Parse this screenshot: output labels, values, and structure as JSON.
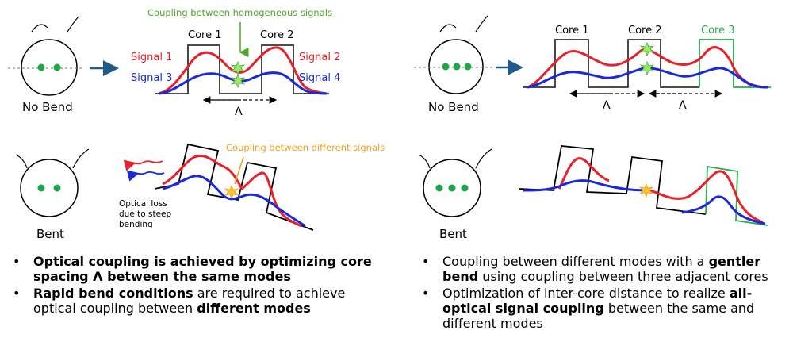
{
  "colors": {
    "signal_red": "#e8202a",
    "signal_blue": "#1a2ad8",
    "homogeneous_coupling": "#4aa82a",
    "different_coupling": "#f0a020",
    "core_green": "#2aa84a",
    "dot_green": "#1aa84a",
    "arrow_blue": "#1f5a8a"
  },
  "panel_tl": {
    "annotation": "Coupling between homogeneous signals",
    "core1": "Core 1",
    "core2": "Core 2",
    "signal1": "Signal 1",
    "signal2": "Signal 2",
    "signal3": "Signal 3",
    "signal4": "Signal 4",
    "lambda": "Λ",
    "fiber_caption": "No Bend"
  },
  "panel_tr": {
    "core1": "Core 1",
    "core2": "Core 2",
    "core3": "Core 3",
    "lambda1": "Λ",
    "lambda2": "Λ",
    "fiber_caption": "No Bend"
  },
  "panel_bl": {
    "annotation": "Coupling between different signals",
    "loss_line1": "Optical loss",
    "loss_line2": "due to steep",
    "loss_line3": "bending",
    "fiber_caption": "Bent"
  },
  "panel_br": {
    "fiber_caption": "Bent"
  },
  "bullets_left": [
    {
      "bullet": "•",
      "parts": [
        {
          "t": "Optical coupling is achieved by optimizing core spacing Λ between the same modes",
          "b": true
        }
      ]
    },
    {
      "bullet": "•",
      "parts": [
        {
          "t": "Rapid bend conditions",
          "b": true
        },
        {
          "t": " are required to achieve optical coupling between ",
          "b": false
        },
        {
          "t": "different modes",
          "b": true
        }
      ]
    }
  ],
  "bullets_right": [
    {
      "bullet": "•",
      "parts": [
        {
          "t": "Coupling between different modes with a ",
          "b": false
        },
        {
          "t": "gentler bend",
          "b": true
        },
        {
          "t": " using coupling between three adjacent cores",
          "b": false
        }
      ]
    },
    {
      "bullet": "•",
      "parts": [
        {
          "t": "Optimization of inter-core distance to realize ",
          "b": false
        },
        {
          "t": "all-optical signal coupling",
          "b": true
        },
        {
          "t": " between the same and different modes",
          "b": false
        }
      ]
    }
  ]
}
